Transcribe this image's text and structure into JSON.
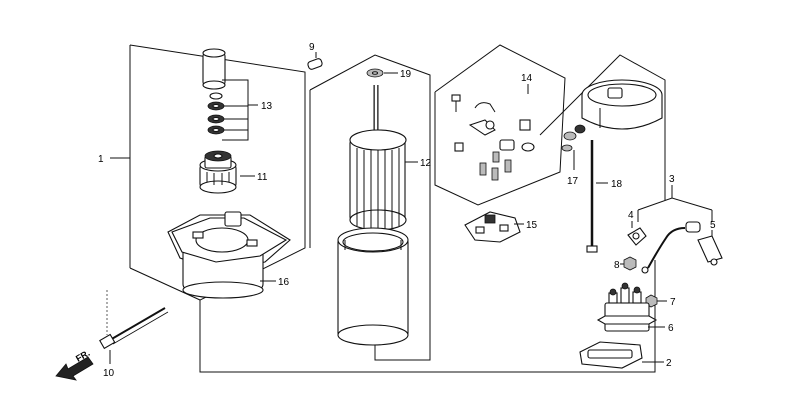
{
  "callouts": {
    "c1": "1",
    "c2": "2",
    "c3": "3",
    "c4": "4",
    "c5": "5",
    "c6": "6",
    "c7": "7",
    "c8": "8",
    "c9": "9",
    "c10": "10",
    "c11": "11",
    "c12": "12",
    "c13": "13",
    "c14": "14",
    "c15": "15",
    "c16": "16",
    "c17": "17",
    "c18": "18",
    "c19": "19"
  },
  "direction_label": "FR."
}
